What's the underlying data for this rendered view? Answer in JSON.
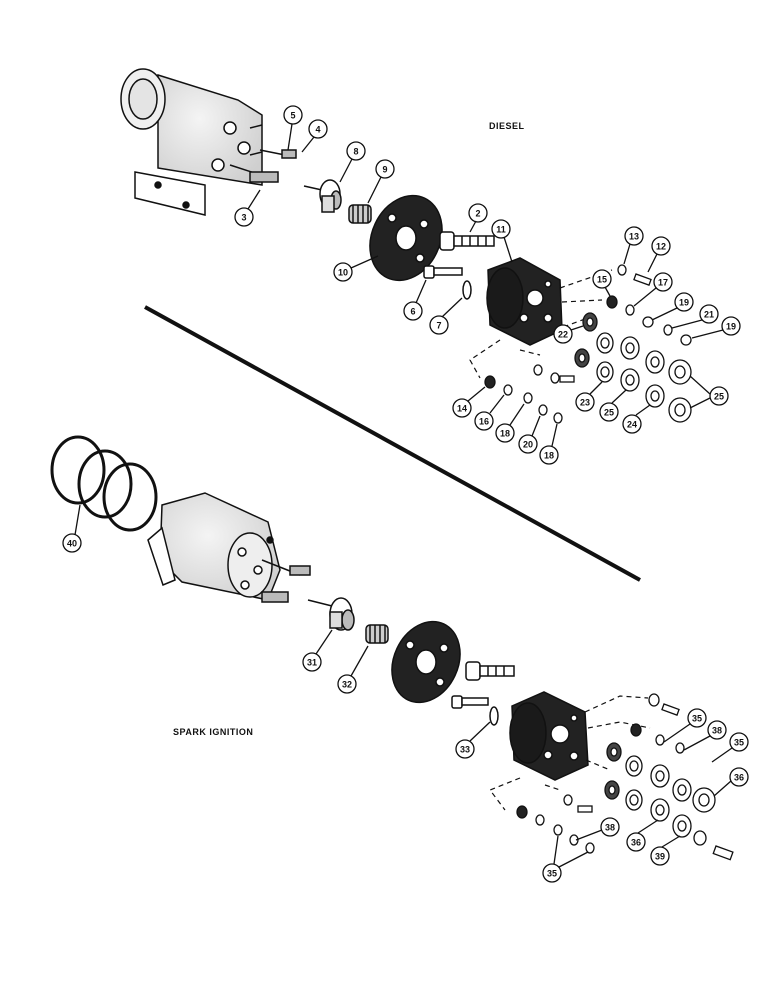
{
  "labels": {
    "diesel": "DIESEL",
    "spark_ignition": "SPARK IGNITION"
  },
  "callouts": {
    "diesel": [
      "5",
      "4",
      "8",
      "9",
      "3",
      "2",
      "11",
      "13",
      "12",
      "10",
      "6",
      "7",
      "15",
      "17",
      "19",
      "21",
      "19",
      "22",
      "23",
      "25",
      "24",
      "25",
      "14",
      "16",
      "18",
      "20",
      "18"
    ],
    "spark": [
      "40",
      "31",
      "32",
      "33",
      "35",
      "38",
      "35",
      "36",
      "36",
      "39",
      "38",
      "35"
    ]
  },
  "colors": {
    "ink": "#111111",
    "paper": "#ffffff"
  }
}
